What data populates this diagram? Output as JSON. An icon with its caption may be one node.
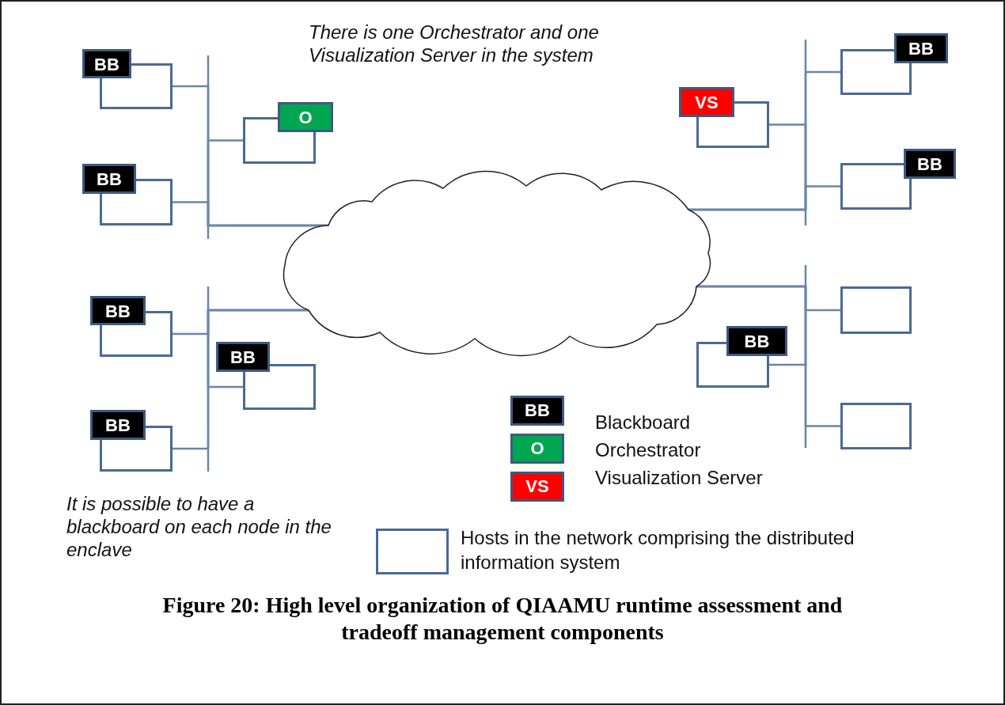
{
  "diagram": {
    "caption": "Figure 20: High level organization of QIAAMU runtime assessment and tradeoff management components",
    "nodes": [
      {
        "text": [
          "BB"
        ]
      },
      {
        "text": [
          "BB"
        ]
      },
      {
        "text": [
          "O"
        ]
      },
      {
        "text": [
          "BB"
        ]
      },
      {
        "text": [
          "VS"
        ]
      },
      {
        "text": [
          "BB"
        ]
      },
      {
        "text": [],
        "shape": "cloud"
      },
      {
        "text": [
          "BB"
        ]
      },
      {
        "text": [
          "BB"
        ]
      },
      {
        "text": [
          "BB"
        ]
      },
      {
        "text": [],
        "shape": "box"
      },
      {
        "text": [
          "BB"
        ]
      },
      {
        "text": [],
        "shape": "box"
      }
    ],
    "edges": [
      {
        "from": 0,
        "to": 6,
        "arrow": "none"
      },
      {
        "from": 1,
        "to": 6,
        "arrow": "none"
      },
      {
        "from": 2,
        "to": 6,
        "arrow": "none"
      },
      {
        "from": 3,
        "to": 6,
        "arrow": "none"
      },
      {
        "from": 4,
        "to": 6,
        "arrow": "none"
      },
      {
        "from": 5,
        "to": 6,
        "arrow": "none"
      },
      {
        "from": 7,
        "to": 6,
        "arrow": "none"
      },
      {
        "from": 8,
        "to": 6,
        "arrow": "none"
      },
      {
        "from": 9,
        "to": 6,
        "arrow": "none"
      },
      {
        "from": 10,
        "to": 6,
        "arrow": "none"
      },
      {
        "from": 11,
        "to": 6,
        "arrow": "none"
      },
      {
        "from": 12,
        "to": 6,
        "arrow": "none"
      }
    ],
    "labels": [
      "There is one Orchestrator and one Visualization Server in the system",
      "BB",
      "O",
      "VS",
      "It is possible to have a blackboard on each node in the enclave"
    ],
    "legend": [
      {
        "text": "Blackboard",
        "color": "#000000"
      },
      {
        "text": "Orchestrator",
        "color": "#00a650"
      },
      {
        "text": "Visualization Server",
        "color": "#ff0000"
      },
      {
        "text": "Hosts in the network comprising the distributed information system"
      }
    ]
  }
}
